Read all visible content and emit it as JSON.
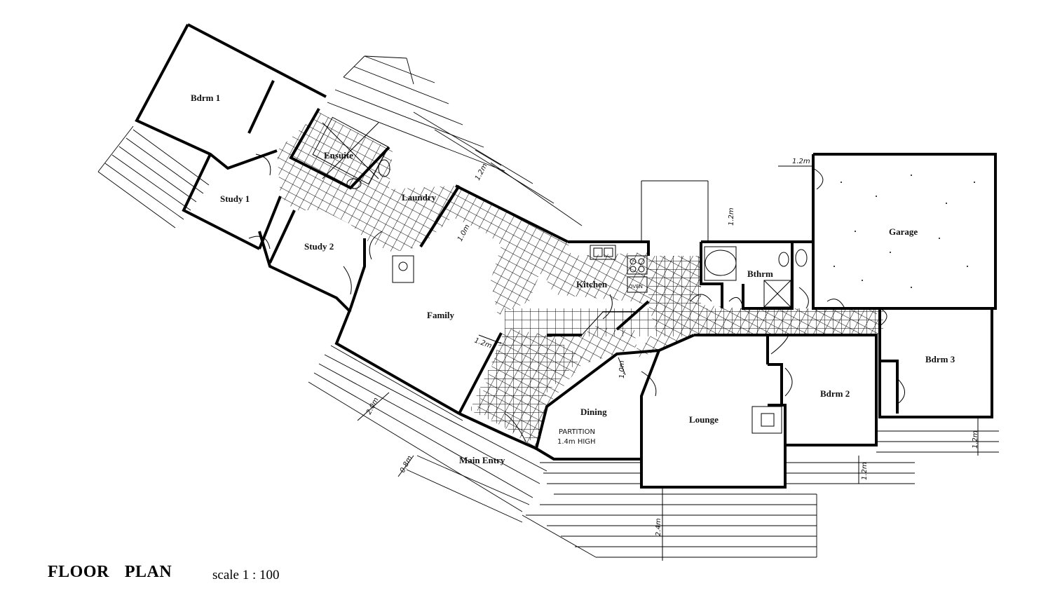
{
  "title": {
    "word1": "FLOOR",
    "word2": "PLAN",
    "scale": "scale 1 : 100"
  },
  "rooms": {
    "bdrm1": "Bdrm 1",
    "ensuite": "Ensuite",
    "study1": "Study 1",
    "laundry": "Laundry",
    "study2": "Study 2",
    "family": "Family",
    "kitchen": "Kitchen",
    "bthrm": "Bthrm",
    "garage": "Garage",
    "bdrm3": "Bdrm 3",
    "bdrm2": "Bdrm 2",
    "lounge": "Lounge",
    "dining": "Dining",
    "main_entry": "Main Entry"
  },
  "annotations": {
    "partition_1": "PARTITION",
    "partition_2": "1.4m HIGH",
    "oven": "OVEN"
  },
  "dimensions": {
    "d1": "1.2m",
    "d2": "1.2m",
    "d3": "1.2m",
    "d4": "1.0m",
    "d5": "1.2m",
    "d6": "1.0m",
    "d7": "2.0m",
    "d8": "0.8m",
    "d9": "1.2m",
    "d10": "1.2m",
    "d11": "2.4m"
  }
}
